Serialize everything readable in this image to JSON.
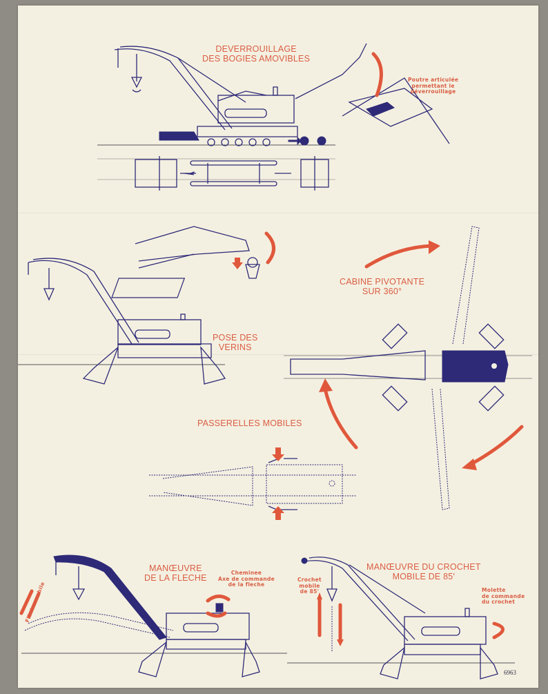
{
  "document": {
    "type": "Instruction sheet – railway breakdown crane",
    "colors": {
      "ink": "#2e2a78",
      "accent": "#e0583c",
      "paper": "#f4f0e1",
      "background": "#8f8c85"
    },
    "sections": [
      {
        "id": "bogies",
        "title_line1": "DEVERROUILLAGE",
        "title_line2": "DES BOGIES AMOVIBLES"
      },
      {
        "id": "beam",
        "note_line1": "Poutre articulée",
        "note_line2": "permettant le",
        "note_line3": "déverrouillage"
      },
      {
        "id": "cabin",
        "title_line1": "CABINE PIVOTANTE",
        "title_line2": "SUR 360°"
      },
      {
        "id": "jacks",
        "title_line1": "POSE DES",
        "title_line2": "VERINS"
      },
      {
        "id": "walkways",
        "title": "PASSERELLES MOBILES"
      },
      {
        "id": "boom",
        "title_line1": "MANŒUVRE",
        "title_line2": "DE LA FLECHE",
        "note_line1": "Cheminee",
        "note_line2": "Axe de commande",
        "note_line3": "de la fleche",
        "side_label": "Flèche mobile"
      },
      {
        "id": "hook",
        "title_line1": "MANŒUVRE DU CROCHET",
        "title_line2": "MOBILE DE 85'",
        "note_left_1": "Crochet",
        "note_left_2": "mobile",
        "note_left_3": "de 85'",
        "note_right_1": "Molette",
        "note_right_2": "de commande",
        "note_right_3": "du crochet"
      }
    ],
    "reference_number": "6963"
  }
}
